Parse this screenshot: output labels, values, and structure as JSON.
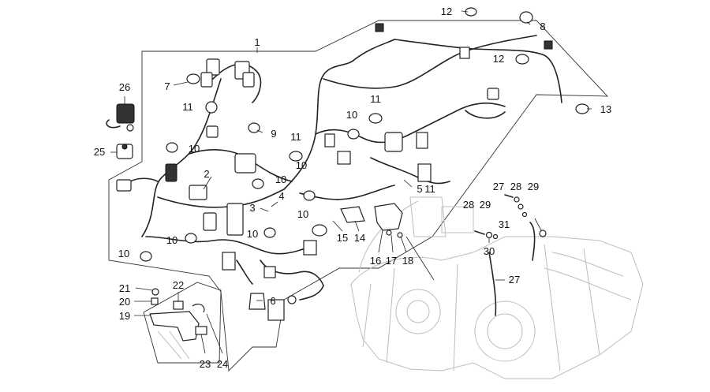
{
  "diagram": {
    "labels": [
      {
        "id": "l1",
        "text": "1"
      },
      {
        "id": "l2",
        "text": "2"
      },
      {
        "id": "l3",
        "text": "3"
      },
      {
        "id": "l4",
        "text": "4"
      },
      {
        "id": "l5",
        "text": "5"
      },
      {
        "id": "l6",
        "text": "6"
      },
      {
        "id": "l7",
        "text": "7"
      },
      {
        "id": "l8",
        "text": "8"
      },
      {
        "id": "l9",
        "text": "9"
      },
      {
        "id": "l10a",
        "text": "10"
      },
      {
        "id": "l10b",
        "text": "10"
      },
      {
        "id": "l10c",
        "text": "10"
      },
      {
        "id": "l10d",
        "text": "10"
      },
      {
        "id": "l10e",
        "text": "10"
      },
      {
        "id": "l10f",
        "text": "10"
      },
      {
        "id": "l10g",
        "text": "10"
      },
      {
        "id": "l10h",
        "text": "10"
      },
      {
        "id": "l11a",
        "text": "11"
      },
      {
        "id": "l11b",
        "text": "11"
      },
      {
        "id": "l11c",
        "text": "11"
      },
      {
        "id": "l11d",
        "text": "11"
      },
      {
        "id": "l12a",
        "text": "12"
      },
      {
        "id": "l12b",
        "text": "12"
      },
      {
        "id": "l13",
        "text": "13"
      },
      {
        "id": "l14",
        "text": "14"
      },
      {
        "id": "l15",
        "text": "15"
      },
      {
        "id": "l16",
        "text": "16"
      },
      {
        "id": "l17",
        "text": "17"
      },
      {
        "id": "l18",
        "text": "18"
      },
      {
        "id": "l19",
        "text": "19"
      },
      {
        "id": "l20",
        "text": "20"
      },
      {
        "id": "l21",
        "text": "21"
      },
      {
        "id": "l22",
        "text": "22"
      },
      {
        "id": "l23",
        "text": "23"
      },
      {
        "id": "l24",
        "text": "24"
      },
      {
        "id": "l25",
        "text": "25"
      },
      {
        "id": "l26",
        "text": "26"
      },
      {
        "id": "l27a",
        "text": "27"
      },
      {
        "id": "l27b",
        "text": "27"
      },
      {
        "id": "l28a",
        "text": "28"
      },
      {
        "id": "l28b",
        "text": "28"
      },
      {
        "id": "l29a",
        "text": "29"
      },
      {
        "id": "l29b",
        "text": "29"
      },
      {
        "id": "l30",
        "text": "30"
      },
      {
        "id": "l31",
        "text": "31"
      }
    ]
  }
}
